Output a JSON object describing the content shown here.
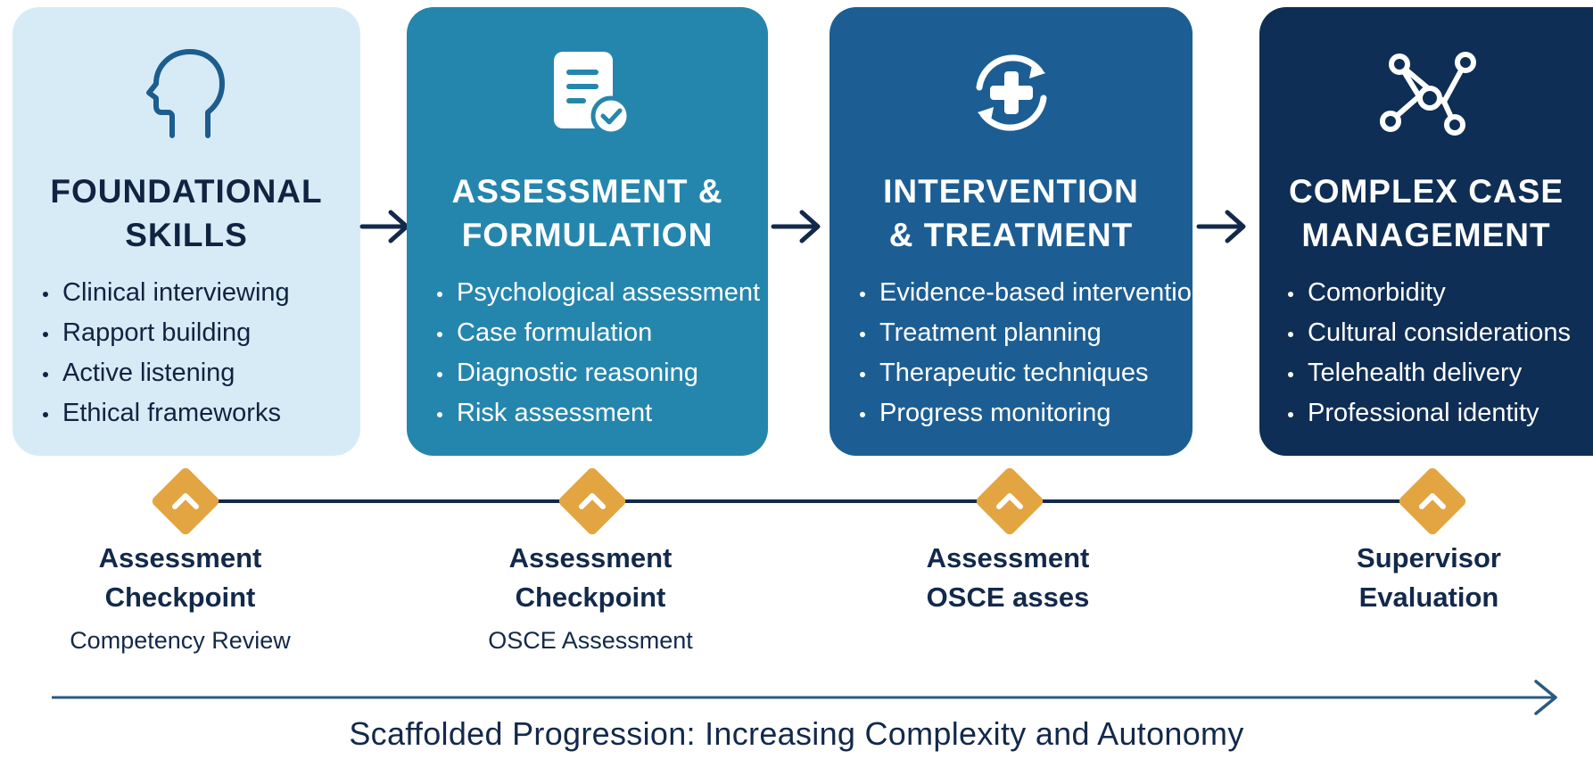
{
  "stages": [
    {
      "icon": "head-profile-icon",
      "title_line1": "FOUNDATIONAL",
      "title_line2": "SKILLS",
      "items": [
        "Clinical interviewing",
        "Rapport building",
        "Active listening",
        "Ethical frameworks"
      ],
      "color": "#d7ebf7"
    },
    {
      "icon": "document-check-icon",
      "title_line1": "ASSESSMENT &",
      "title_line2": "FORMULATION",
      "items": [
        "Psychological assessment",
        "Case formulation",
        "Diagnostic reasoning",
        "Risk assessment"
      ],
      "color": "#2586ad"
    },
    {
      "icon": "medical-cross-cycle-icon",
      "title_line1": "INTERVENTION",
      "title_line2": "& TREATMENT",
      "items": [
        "Evidence-based interventions",
        "Treatment planning",
        "Therapeutic techniques",
        "Progress monitoring"
      ],
      "color": "#1c5e93"
    },
    {
      "icon": "network-nodes-icon",
      "title_line1": "COMPLEX CASE",
      "title_line2": "MANAGEMENT",
      "items": [
        "Comorbidity",
        "Cultural considerations",
        "Telehealth delivery",
        "Professional identity"
      ],
      "color": "#0e2e55"
    }
  ],
  "checkpoints": [
    {
      "icon": "chevron-up-icon",
      "title_line1": "Assessment",
      "title_line2": "Checkpoint",
      "subtitle": "Competency Review"
    },
    {
      "icon": "chevron-up-icon",
      "title_line1": "Assessment",
      "title_line2": "Checkpoint",
      "subtitle": "OSCE Assessment"
    },
    {
      "icon": "chevron-up-icon",
      "title_line1": "Assessment",
      "title_line2": "OSCE asses",
      "subtitle": ""
    },
    {
      "icon": "chevron-up-icon",
      "title_line1": "Supervisor",
      "title_line2": "Evaluation",
      "subtitle": ""
    }
  ],
  "progression_label": "Scaffolded Progression: Increasing Complexity and Autonomy",
  "colors": {
    "diamond": "#e3a542",
    "navy": "#13294b",
    "progress_arrow": "#2a5a80"
  }
}
